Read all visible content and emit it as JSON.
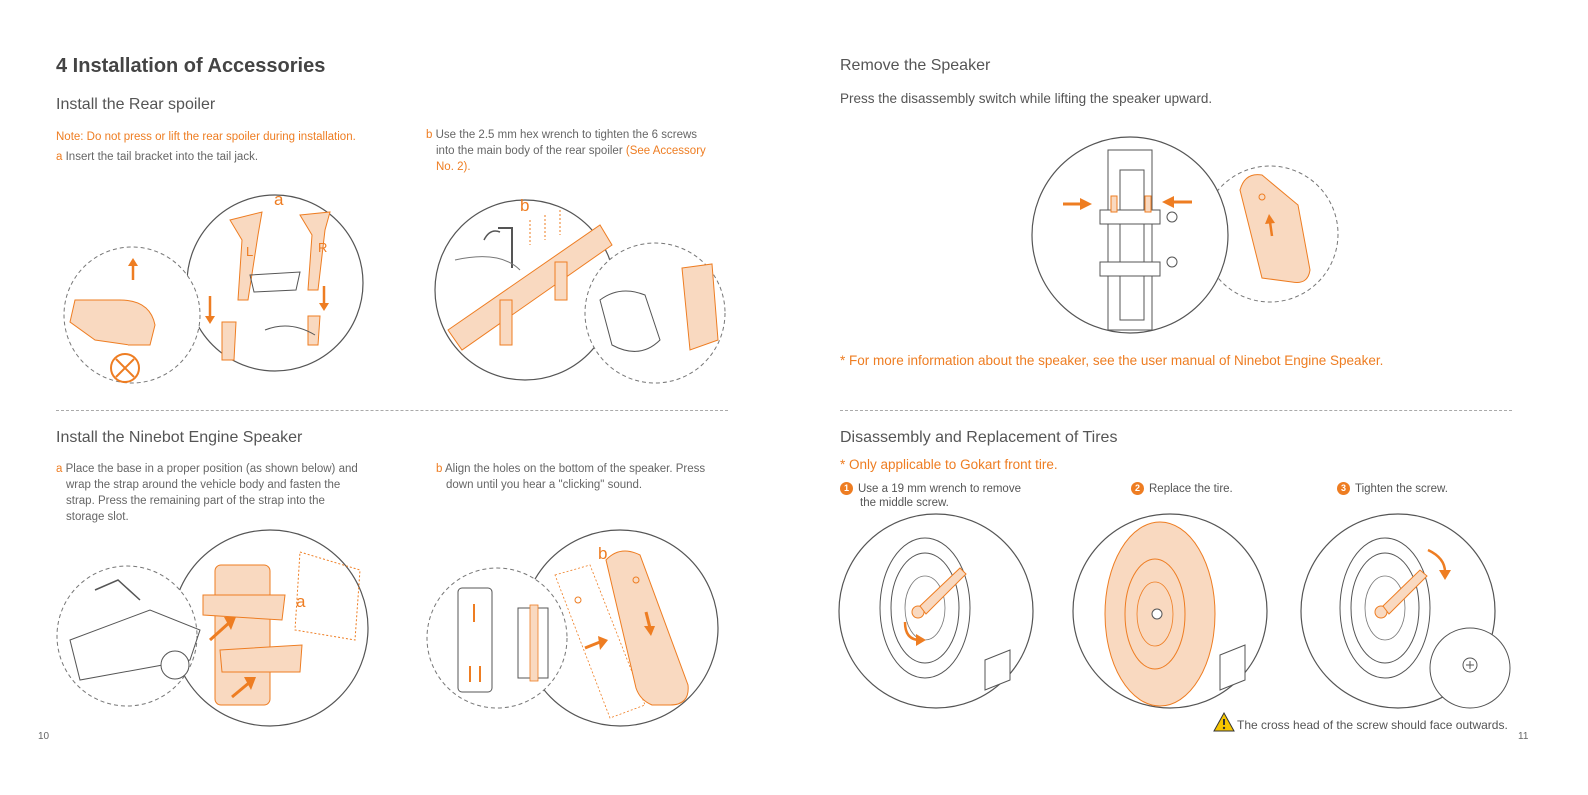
{
  "left_page": {
    "title": "4 Installation of Accessories",
    "spoiler": {
      "heading": "Install the Rear spoiler",
      "note": "Note: Do not press or lift the rear spoiler during installation.",
      "step_a_letter": "a",
      "step_a_text": "Insert the tail bracket into the tail jack.",
      "step_b_letter": "b",
      "step_b_text_1": "Use the 2.5 mm hex wrench to tighten the 6 screws",
      "step_b_text_2": "into the main body of the rear spoiler",
      "step_b_ref_1": "(See Accessory",
      "step_b_ref_2": "No. 2).",
      "label_a": "a",
      "label_l": "L",
      "label_r": "R",
      "label_b": "b"
    },
    "speaker": {
      "heading": "Install the Ninebot Engine Speaker",
      "step_a_letter": "a",
      "step_a_lines": [
        "Place the base in a proper position (as shown below) and",
        "wrap the strap around the vehicle body and fasten the",
        "strap. Press the remaining part of the strap into the",
        "storage slot."
      ],
      "step_b_letter": "b",
      "step_b_lines": [
        "Align the holes on the bottom of the speaker. Press",
        "down until you hear a \"clicking\" sound."
      ],
      "label_a": "a",
      "label_b": "b"
    },
    "page_number": "10"
  },
  "right_page": {
    "remove": {
      "heading": "Remove the Speaker",
      "text": "Press the disassembly switch while lifting the speaker upward.",
      "note": "* For more information about the speaker, see the user manual of Ninebot Engine Speaker."
    },
    "tires": {
      "heading": "Disassembly and Replacement of Tires",
      "note": "* Only applicable to Gokart front tire.",
      "steps": [
        {
          "num": "1",
          "line1": "Use a 19 mm wrench to remove",
          "line2": "the middle screw."
        },
        {
          "num": "2",
          "line1": "Replace the tire.",
          "line2": ""
        },
        {
          "num": "3",
          "line1": "Tighten the screw.",
          "line2": ""
        }
      ],
      "warning": "The cross head of the screw should face outwards."
    },
    "page_number": "11"
  },
  "colors": {
    "accent": "#ee7d22",
    "fill": "#f9d9c0",
    "line": "#555555"
  }
}
